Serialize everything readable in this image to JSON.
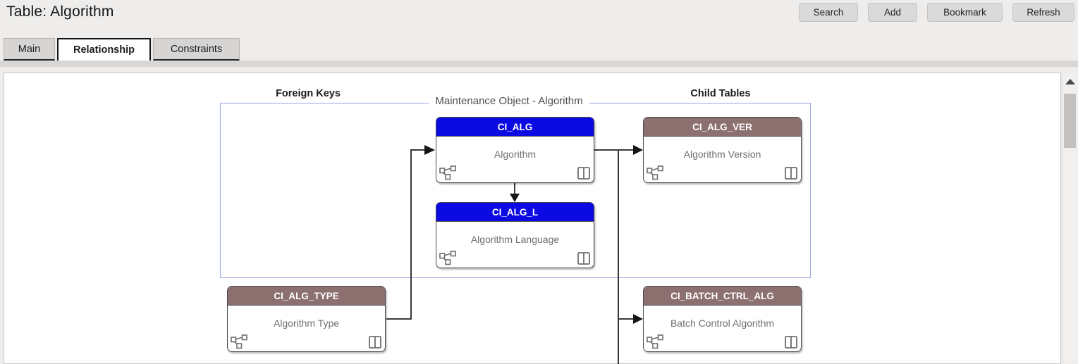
{
  "header": {
    "title": "Table: Algorithm",
    "buttons": [
      {
        "label": "Search"
      },
      {
        "label": "Add"
      },
      {
        "label": "Bookmark"
      },
      {
        "label": "Refresh"
      }
    ]
  },
  "tabs": [
    {
      "label": "Main",
      "active": false
    },
    {
      "label": "Relationship",
      "active": true
    },
    {
      "label": "Constraints",
      "active": false
    }
  ],
  "diagram": {
    "column_headers": {
      "foreign_keys": "Foreign Keys",
      "child_tables": "Child Tables"
    },
    "group_label": "Maintenance Object - Algorithm",
    "tables": [
      {
        "code": "CI_ALG",
        "label": "Algorithm",
        "group": "maintenance-object",
        "header_color": "#0b0ae2"
      },
      {
        "code": "CI_ALG_L",
        "label": "Algorithm Language",
        "group": "maintenance-object",
        "header_color": "#0b0ae2"
      },
      {
        "code": "CI_ALG_VER",
        "label": "Algorithm Version",
        "group": "child-tables",
        "header_color": "#8c7070"
      },
      {
        "code": "CI_ALG_TYPE",
        "label": "Algorithm Type",
        "group": "foreign-keys",
        "header_color": "#8c7070"
      },
      {
        "code": "CI_BATCH_CTRL_ALG",
        "label": "Batch Control Algorithm",
        "group": "child-tables",
        "header_color": "#8c7070"
      }
    ],
    "connections": [
      {
        "from": "CI_ALG_TYPE",
        "to": "CI_ALG"
      },
      {
        "from": "CI_ALG",
        "to": "CI_ALG_VER"
      },
      {
        "from": "CI_ALG",
        "to": "CI_ALG_L"
      },
      {
        "from": "CI_ALG",
        "to": "CI_BATCH_CTRL_ALG"
      }
    ],
    "box_icons": [
      "relationship-icon",
      "columns-icon"
    ]
  },
  "scrollbar": {
    "up_arrow": "▲"
  },
  "colors": {
    "page_bg": "#eeedec",
    "button_bg": "#dbdada",
    "mo_header": "#0b0ae2",
    "child_header": "#8c7070",
    "box_border": "#4a4a4a",
    "connector": "#383838",
    "fieldset_border": "#9ba6e4",
    "scrollbar_thumb": "#c3c1c0"
  }
}
